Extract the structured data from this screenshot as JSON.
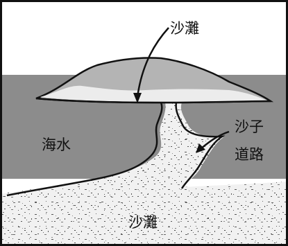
{
  "labels": {
    "sandbar_top": "沙灘",
    "seawater": "海水",
    "sand_road_line1": "沙子",
    "sand_road_line2": "道路",
    "sandbar_bottom": "沙灘"
  },
  "colors": {
    "sea": "#8c8c8c",
    "sand_beach": "#f2f2f2",
    "sandbar_mound": "#b4b4b4",
    "outline": "#111111"
  }
}
